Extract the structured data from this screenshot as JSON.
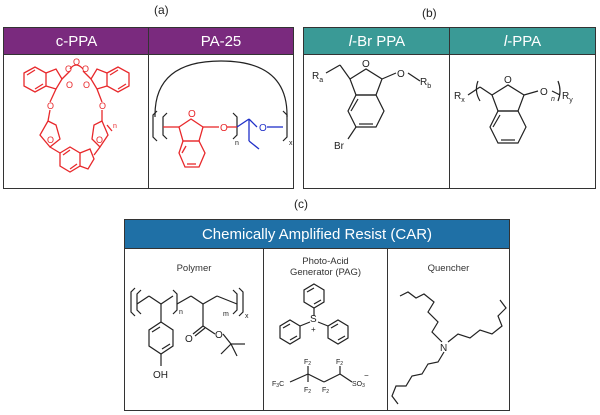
{
  "labels": {
    "a": "(a)",
    "b": "(b)",
    "c": "(c)"
  },
  "panel_a": {
    "header_left": "c-PPA",
    "header_right": "PA-25",
    "header_color": "#7a2a7e",
    "struct_color": "#e8282b",
    "blue_color": "#2030c8",
    "atom_O": "O",
    "sub_n": "n",
    "sub_x": "x"
  },
  "panel_b": {
    "header_left_italic": "l",
    "header_left_rest": "-Br PPA",
    "header_right_italic": "l",
    "header_right_rest": "-PPA",
    "header_color": "#3a9a96",
    "atom_O": "O",
    "atom_Br": "Br",
    "R": "R",
    "sub_a": "a",
    "sub_b": "b",
    "sub_x": "x",
    "sub_y": "y",
    "sub_n": "n"
  },
  "panel_c": {
    "title": "Chemically Amplified Resist (CAR)",
    "header_color": "#1f70a6",
    "col1": "Polymer",
    "col2_line1": "Photo-Acid",
    "col2_line2": "Generator (PAG)",
    "col3": "Quencher",
    "atom_O": "O",
    "atom_OH": "OH",
    "atom_S": "S",
    "atom_N": "N",
    "plus": "+",
    "minus": "−",
    "F2": "F",
    "two": "2",
    "F3C": "F",
    "three": "3",
    "C": "C",
    "SO3": "SO",
    "sub_n": "n",
    "sub_m": "m",
    "sub_x": "x"
  }
}
